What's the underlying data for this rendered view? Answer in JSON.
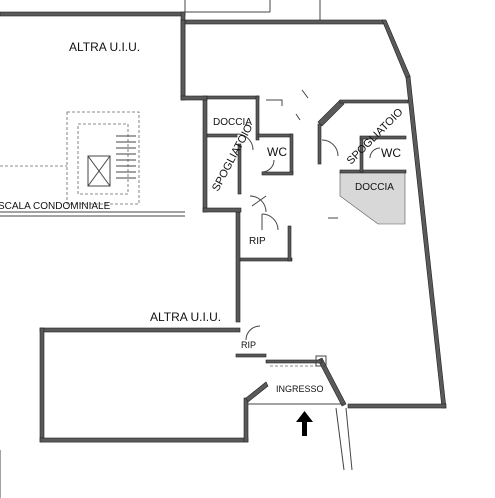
{
  "labels": {
    "altra_uiu_top": "ALTRA U.I.U.",
    "altra_uiu_mid": "ALTRA U.I.U.",
    "scala": "SCALA CONDOMINIALE",
    "doccia_left": "DOCCIA",
    "doccia_right": "DOCCIA",
    "wc_left": "WC",
    "wc_right": "WC",
    "spogliatoio_left": "SPOGLIATOIO",
    "spogliatoio_right": "SPOGLIATOIO",
    "rip_upper": "RIP",
    "rip_lower": "RIP",
    "ingresso": "INGRESSO"
  },
  "icons": {
    "entrance_arrow": "arrow-up-icon"
  },
  "colors": {
    "wall": "#5a5a5a",
    "line": "#444444",
    "background": "#ffffff"
  }
}
